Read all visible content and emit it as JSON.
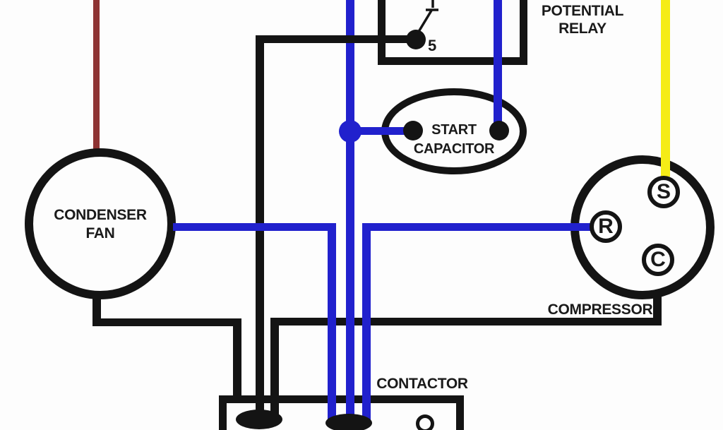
{
  "diagram": {
    "potential_relay": {
      "name_line1": "POTENTIAL",
      "name_line2": "RELAY",
      "terminal_label": "5"
    },
    "start_capacitor": {
      "name_line1": "START",
      "name_line2": "CAPACITOR"
    },
    "condenser_fan": {
      "name_line1": "CONDENSER",
      "name_line2": "FAN"
    },
    "compressor": {
      "name": "COMPRESSOR",
      "terminal_s": "S",
      "terminal_r": "R",
      "terminal_c": "C"
    },
    "contactor": {
      "name": "CONTACTOR"
    },
    "colors": {
      "wire_blue": "#2121cd",
      "wire_yellow": "#f5ec16",
      "wire_dark_red": "#8e3434",
      "wire_black": "#141414",
      "background": "#fdfdfd"
    }
  }
}
